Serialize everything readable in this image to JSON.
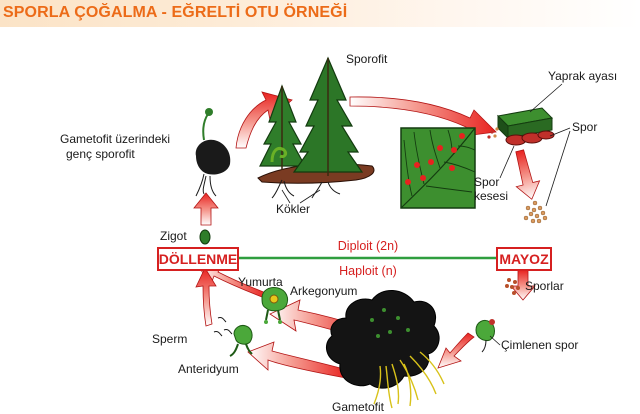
{
  "title": "SPORLA ÇOĞALMA - EĞRELTİ OTU ÖRNEĞİ",
  "labels": {
    "sporofit": "Sporofit",
    "yaprak_ayasi": "Yaprak ayası",
    "spor": "Spor",
    "spor_kesesi_1": "Spor",
    "spor_kesesi_2": "kesesi",
    "gametofit_uzerindeki": "Gametofit üzerindeki",
    "genc_sporofit": "genç sporofit",
    "kokler": "Kökler",
    "zigot": "Zigot",
    "dollenme": "DÖLLENME",
    "mayoz": "MAYOZ",
    "diploit": "Diploit (2n)",
    "haploit": "Haploit (n)",
    "yumurta": "Yumurta",
    "arkegonyum": "Arkegonyum",
    "sporlar": "Sporlar",
    "sperm": "Sperm",
    "cimlenen_spor": "Çimlenen spor",
    "anteridyum": "Anteridyum",
    "gametofit": "Gametofit"
  },
  "colors": {
    "title": "#ec6b18",
    "arrow": "#e8221f",
    "box_text": "#d62020",
    "ploidy_line": "#2f9e3f",
    "leaf_green": "#3d8f2f",
    "dark": "#1a1a1a"
  }
}
